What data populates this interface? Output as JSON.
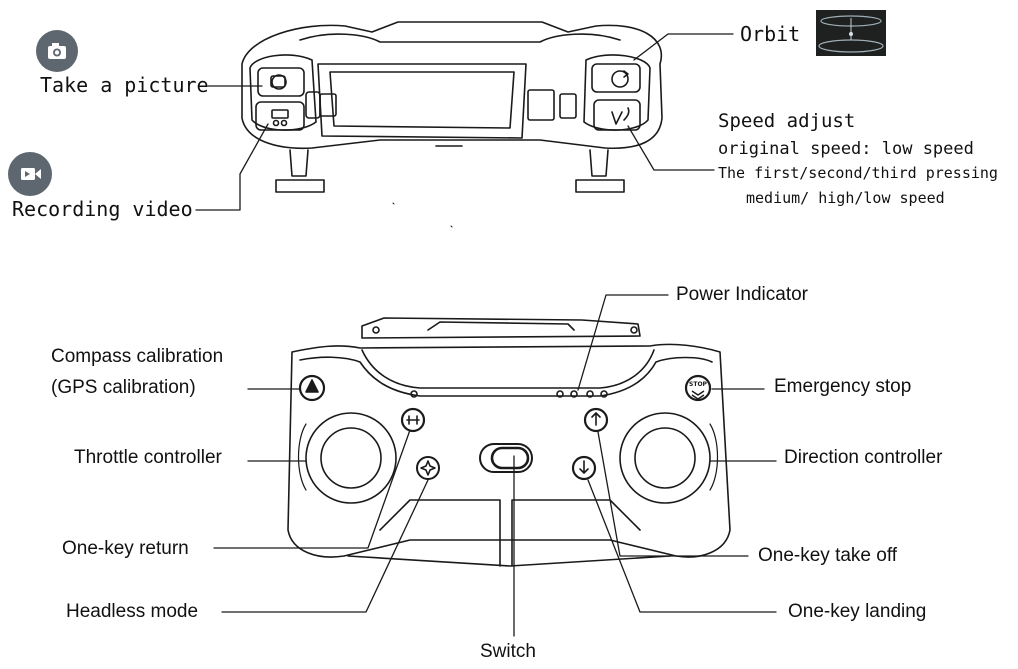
{
  "top_labels": {
    "take_picture": "Take a picture",
    "recording_video": "Recording video",
    "orbit": "Orbit",
    "speed_adjust": "Speed adjust",
    "speed_original": "original speed: low speed",
    "speed_pressing": "The first/second/third pressing",
    "speed_levels": "medium/ high/low speed"
  },
  "bottom_labels": {
    "power_indicator": "Power Indicator",
    "compass_calibration": "Compass calibration",
    "gps_calibration": "(GPS calibration)",
    "emergency_stop": "Emergency stop",
    "throttle_controller": "Throttle controller",
    "direction_controller": "Direction controller",
    "one_key_return": "One-key return",
    "one_key_take_off": "One-key take off",
    "headless_mode": "Headless mode",
    "one_key_landing": "One-key landing",
    "switch": "Switch"
  },
  "icons": {
    "camera": "camera-icon",
    "video": "video-camera-icon",
    "orbit": "orbit-thumbnail",
    "stop_text": "STOP"
  },
  "colors": {
    "icon_badge": "#5e6670",
    "line": "#1a1a1a",
    "thumb_bg": "#1f2020"
  }
}
